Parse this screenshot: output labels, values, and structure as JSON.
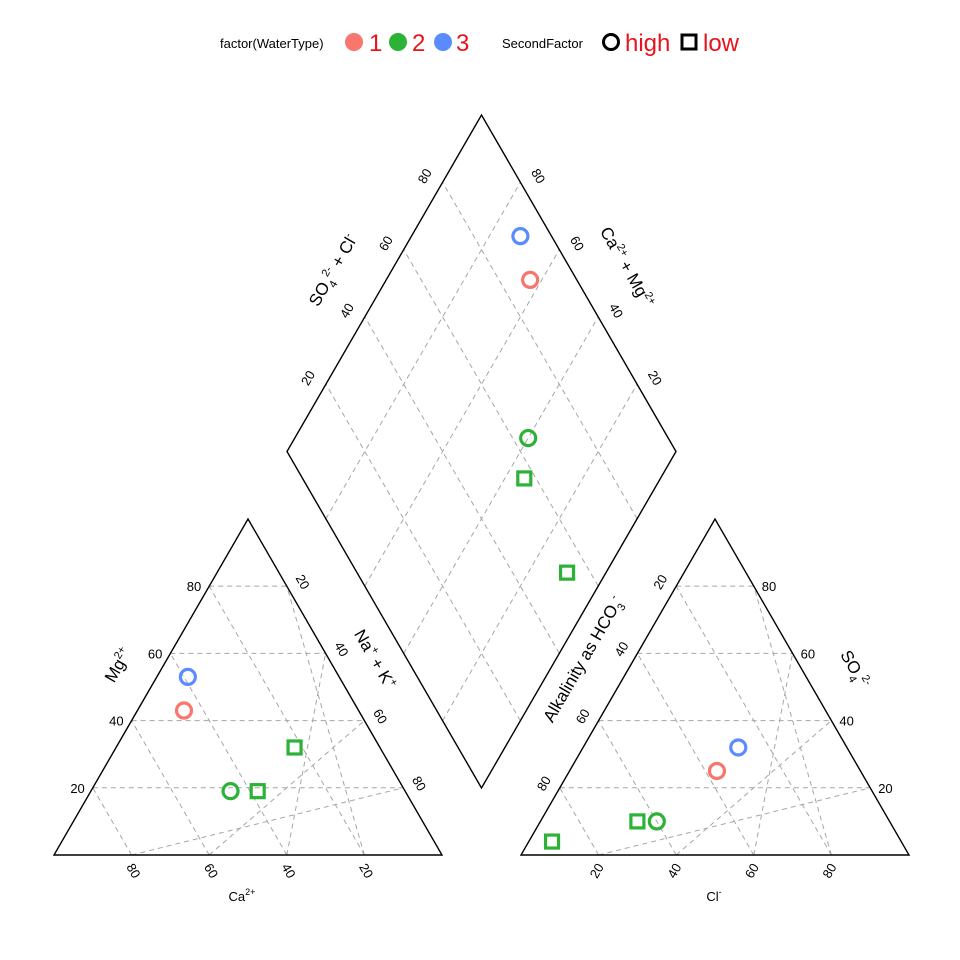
{
  "chart_data": {
    "type": "scatter",
    "subtype": "piper-diagram",
    "legend": {
      "placement": "top-center",
      "color_title": "factor(WaterType)",
      "color_entries": [
        {
          "label": "1",
          "color": "#F8766D"
        },
        {
          "label": "2",
          "color": "#2DB238"
        },
        {
          "label": "3",
          "color": "#5B8CFF"
        }
      ],
      "shape_title": "SecondFactor",
      "shape_entries": [
        {
          "label": "high",
          "shape": "circle"
        },
        {
          "label": "low",
          "shape": "square"
        }
      ],
      "label_color": "#E8131D"
    },
    "ticks": [
      "20",
      "40",
      "60",
      "80"
    ],
    "axes": {
      "cation_mg": {
        "label": "Mg",
        "sup": "2+"
      },
      "cation_ca": {
        "label": "Ca",
        "sup": "2+"
      },
      "cation_nak": {
        "label": "Na",
        "sup1": "+",
        "mid": " + K",
        "sup2": "+"
      },
      "anion_alk": {
        "label": "Alkalinity as HCO",
        "sub": "3",
        "sup": "-"
      },
      "anion_cl": {
        "label": "Cl",
        "sup": "-"
      },
      "anion_so4": {
        "label": "SO",
        "sub": "4",
        "sup": "2-"
      },
      "diamond_so4cl": {
        "label": "SO",
        "sub": "4",
        "sup": "2-",
        "rest": " + Cl",
        "sup2": "-"
      },
      "diamond_camg": {
        "label": "Ca",
        "sup": "2+",
        "mid": " + Mg",
        "sup2": "2+"
      }
    },
    "grid": true,
    "samples": [
      {
        "watertype": "1",
        "second": "high",
        "ca": 45,
        "mg": 43,
        "nak": 12,
        "cl": 38,
        "so4": 25,
        "hco3": 37,
        "color": "#F8766D"
      },
      {
        "watertype": "3",
        "second": "high",
        "ca": 39,
        "mg": 53,
        "nak": 8,
        "cl": 40,
        "so4": 32,
        "hco3": 28,
        "color": "#5B8CFF"
      },
      {
        "watertype": "2",
        "second": "high",
        "ca": 45,
        "mg": 19,
        "nak": 36,
        "cl": 30,
        "so4": 10,
        "hco3": 60,
        "color": "#2DB238"
      },
      {
        "watertype": "2",
        "second": "low",
        "ca": 38,
        "mg": 19,
        "nak": 43,
        "cl": 25,
        "so4": 10,
        "hco3": 65,
        "color": "#2DB238"
      },
      {
        "watertype": "2",
        "second": "low",
        "ca": 22,
        "mg": 32,
        "nak": 46,
        "cl": 6,
        "so4": 4,
        "hco3": 90,
        "color": "#2DB238"
      }
    ]
  }
}
